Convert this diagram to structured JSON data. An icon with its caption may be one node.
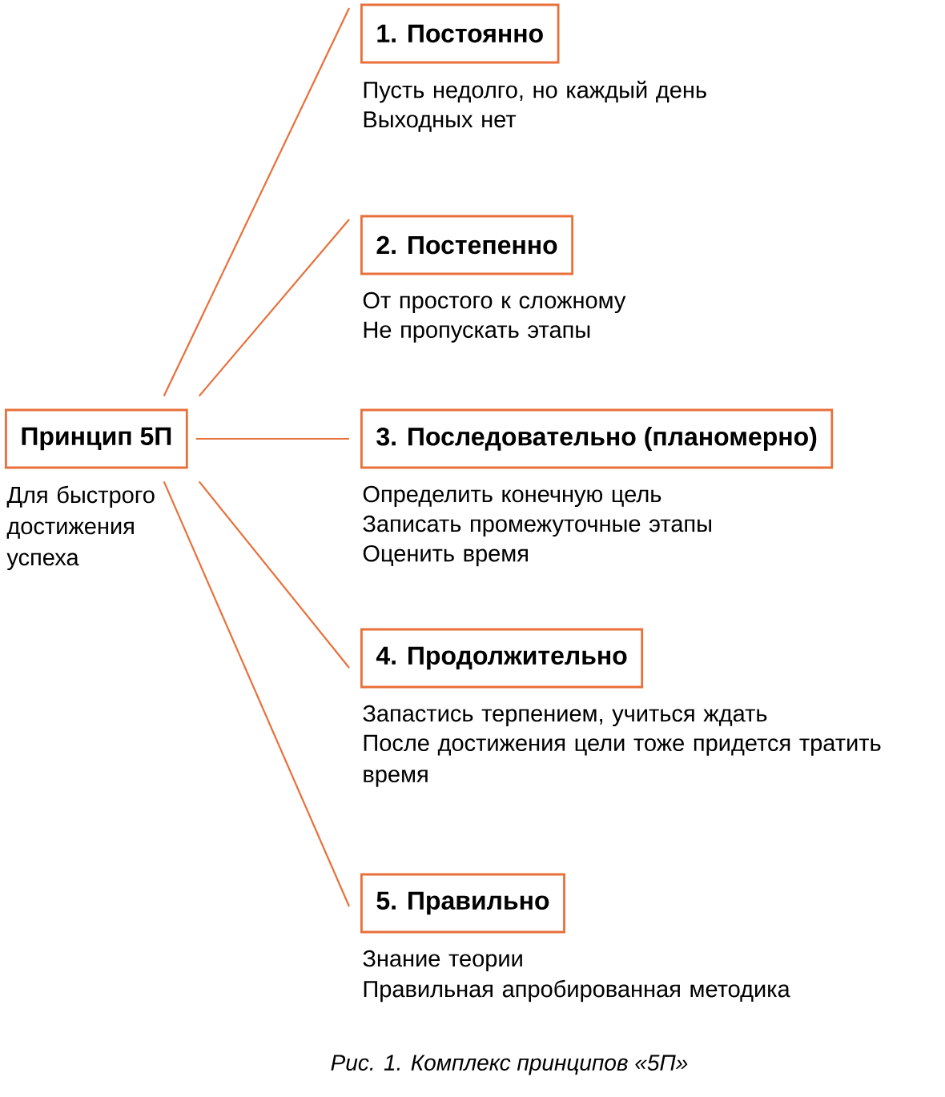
{
  "diagram": {
    "caption": "Рис. 1. Комплекс принципов «5П»",
    "nodes": [
      {
        "text": [
          "Принцип 5П"
        ],
        "beside": [
          "Для быстрого достижения успеха"
        ]
      },
      {
        "text": [
          "1. Постоянно"
        ],
        "beside": [
          "Пусть недолго, но каждый день",
          "Выходных нет"
        ]
      },
      {
        "text": [
          "2. Постепенно"
        ],
        "beside": [
          "От простого к сложному",
          "Не пропускать этапы"
        ]
      },
      {
        "text": [
          "3. Последовательно (планомерно)"
        ],
        "beside": [
          "Определить конечную цель",
          "Записать промежуточные этапы",
          "Оценить время"
        ]
      },
      {
        "text": [
          "4. Продолжительно"
        ],
        "beside": [
          "Запастись терпением, учиться ждать",
          "После достижения цели тоже придется тратить время"
        ]
      },
      {
        "text": [
          "5. Правильно"
        ],
        "beside": [
          "Знание теории",
          "Правильная апробированная методика"
        ]
      }
    ],
    "edges": [
      {
        "from": 0,
        "to": 1,
        "arrow": "none"
      },
      {
        "from": 0,
        "to": 2,
        "arrow": "none"
      },
      {
        "from": 0,
        "to": 3,
        "arrow": "none"
      },
      {
        "from": 0,
        "to": 4,
        "arrow": "none"
      },
      {
        "from": 0,
        "to": 5,
        "arrow": "none"
      }
    ]
  }
}
